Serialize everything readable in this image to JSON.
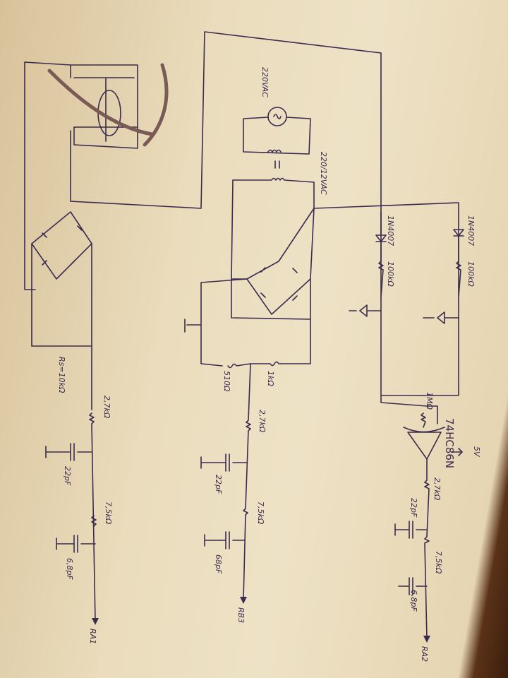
{
  "source": {
    "voltage_label": "220VAC"
  },
  "transformer": {
    "label": "220/12VAC"
  },
  "left_chain": {
    "sense_resistor": "Rs=10kΩ",
    "r1": "2,7kΩ",
    "c1": "22pF",
    "r2": "7,5kΩ",
    "c2": "6,8pF",
    "output": "RA1"
  },
  "middle_chain": {
    "r_divider_low": "510Ω",
    "r_divider_high": "1kΩ",
    "r1": "2,7kΩ",
    "c1": "22pF",
    "r2": "7,5kΩ",
    "c2": "68pF",
    "output": "RB3"
  },
  "right_chain": {
    "diode_a": "1N4007",
    "resistor_a": "100kΩ",
    "diode_b": "1N4007",
    "resistor_b": "100kΩ",
    "pull_resistor": "1MΩ",
    "gate": "74HC86N",
    "supply": "5V",
    "r1": "2,7kΩ",
    "c1": "22pF",
    "r2": "7,5kΩ",
    "c2": "6,8pF",
    "output": "RA2"
  },
  "colors": {
    "ink": "#3b2b4f",
    "paper": "#eadcbc",
    "wood": "#3b1e0c"
  }
}
